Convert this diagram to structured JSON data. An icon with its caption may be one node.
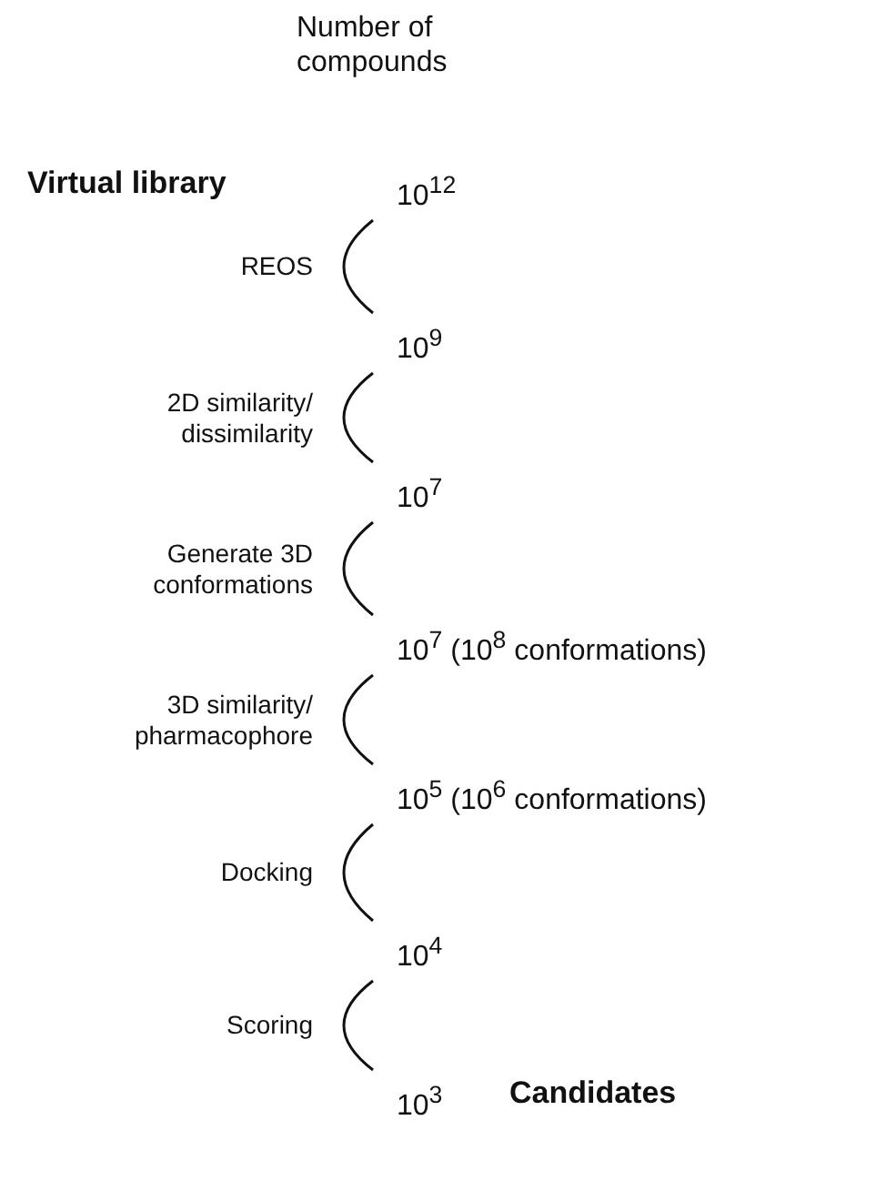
{
  "diagram": {
    "title": "Number of compounds",
    "nodes": [
      {
        "text": [
          "10$^{12}$"
        ]
      },
      {
        "text": [
          "10$^{9}$"
        ]
      },
      {
        "text": [
          "10$^{7}$"
        ]
      },
      {
        "text": [
          "10$^{7}$ (10$^{8}$ conformations)"
        ]
      },
      {
        "text": [
          "10$^{5}$ (10$^{6}$ conformations)"
        ]
      },
      {
        "text": [
          "10$^{4}$"
        ]
      },
      {
        "text": [
          "10$^{3}$"
        ]
      }
    ],
    "labels": [
      "Virtual library",
      "Candidates"
    ],
    "edges": [
      {
        "from": 0,
        "to": 1,
        "arrow": "none",
        "label": "REOS"
      },
      {
        "from": 1,
        "to": 2,
        "arrow": "none",
        "label": "2D similarity/ dissimilarity"
      },
      {
        "from": 2,
        "to": 3,
        "arrow": "none",
        "label": "Generate 3D conformations"
      },
      {
        "from": 3,
        "to": 4,
        "arrow": "none",
        "label": "3D similarity/ pharmacophore"
      },
      {
        "from": 4,
        "to": 5,
        "arrow": "none",
        "label": "Docking"
      },
      {
        "from": 5,
        "to": 6,
        "arrow": "none",
        "label": "Scoring"
      }
    ]
  }
}
